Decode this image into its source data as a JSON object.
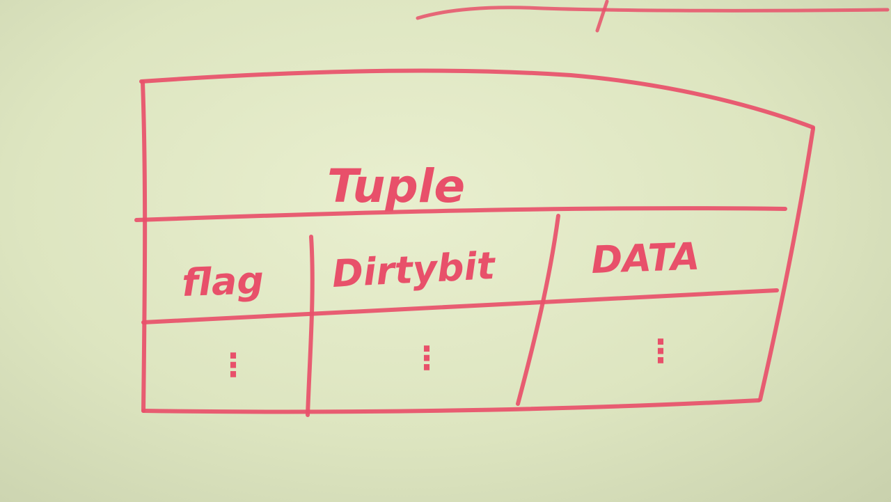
{
  "diagram": {
    "title": "Tuple",
    "columns": [
      {
        "header": "flag",
        "continuation": "⋮"
      },
      {
        "header": "Dirtybit",
        "continuation": "⋮"
      },
      {
        "header": "DATA",
        "continuation": "⋮"
      }
    ]
  },
  "colors": {
    "marker": "#e8506a",
    "whiteboard": "#dfe6c4"
  }
}
